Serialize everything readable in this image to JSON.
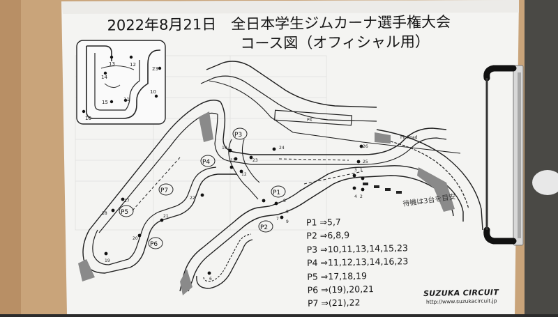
{
  "title": {
    "line1": "2022年8月21日　全日本学生ジムカーナ選手権大会",
    "line2": "コース図（オフィシャル用）"
  },
  "legend": [
    {
      "point": "P1",
      "text": "P1 ⇒5,7"
    },
    {
      "point": "P2",
      "text": "P2 ⇒6,8,9"
    },
    {
      "point": "P3",
      "text": "P3 ⇒10,11,13,14,15,23"
    },
    {
      "point": "P4",
      "text": "P4 ⇒11,12,13,14,16,23"
    },
    {
      "point": "P5",
      "text": "P5 ⇒17,18,19"
    },
    {
      "point": "P6",
      "text": "P6 ⇒(19),20,21"
    },
    {
      "point": "P7",
      "text": "P7 ⇒(21),22"
    }
  ],
  "post_labels": [
    "P1",
    "P2",
    "P3",
    "P4",
    "P5",
    "P6",
    "P7"
  ],
  "track_labels": {
    "pit": "Pit",
    "pit_road": "Pit Road",
    "waiting_note": "待機は3台を目安"
  },
  "inset_numbers": [
    "13",
    "12",
    "14",
    "15",
    "11",
    "23",
    "10",
    "16"
  ],
  "course_numbers": [
    "24",
    "26",
    "25",
    "23",
    "3",
    "1",
    "4",
    "2",
    "8",
    "5",
    "7",
    "9",
    "6",
    "11",
    "12",
    "22",
    "21",
    "20",
    "17",
    "18",
    "19",
    "10"
  ],
  "brand": "SUZUKA CIRCUIT",
  "url": "http://www.suzukacircuit.jp"
}
